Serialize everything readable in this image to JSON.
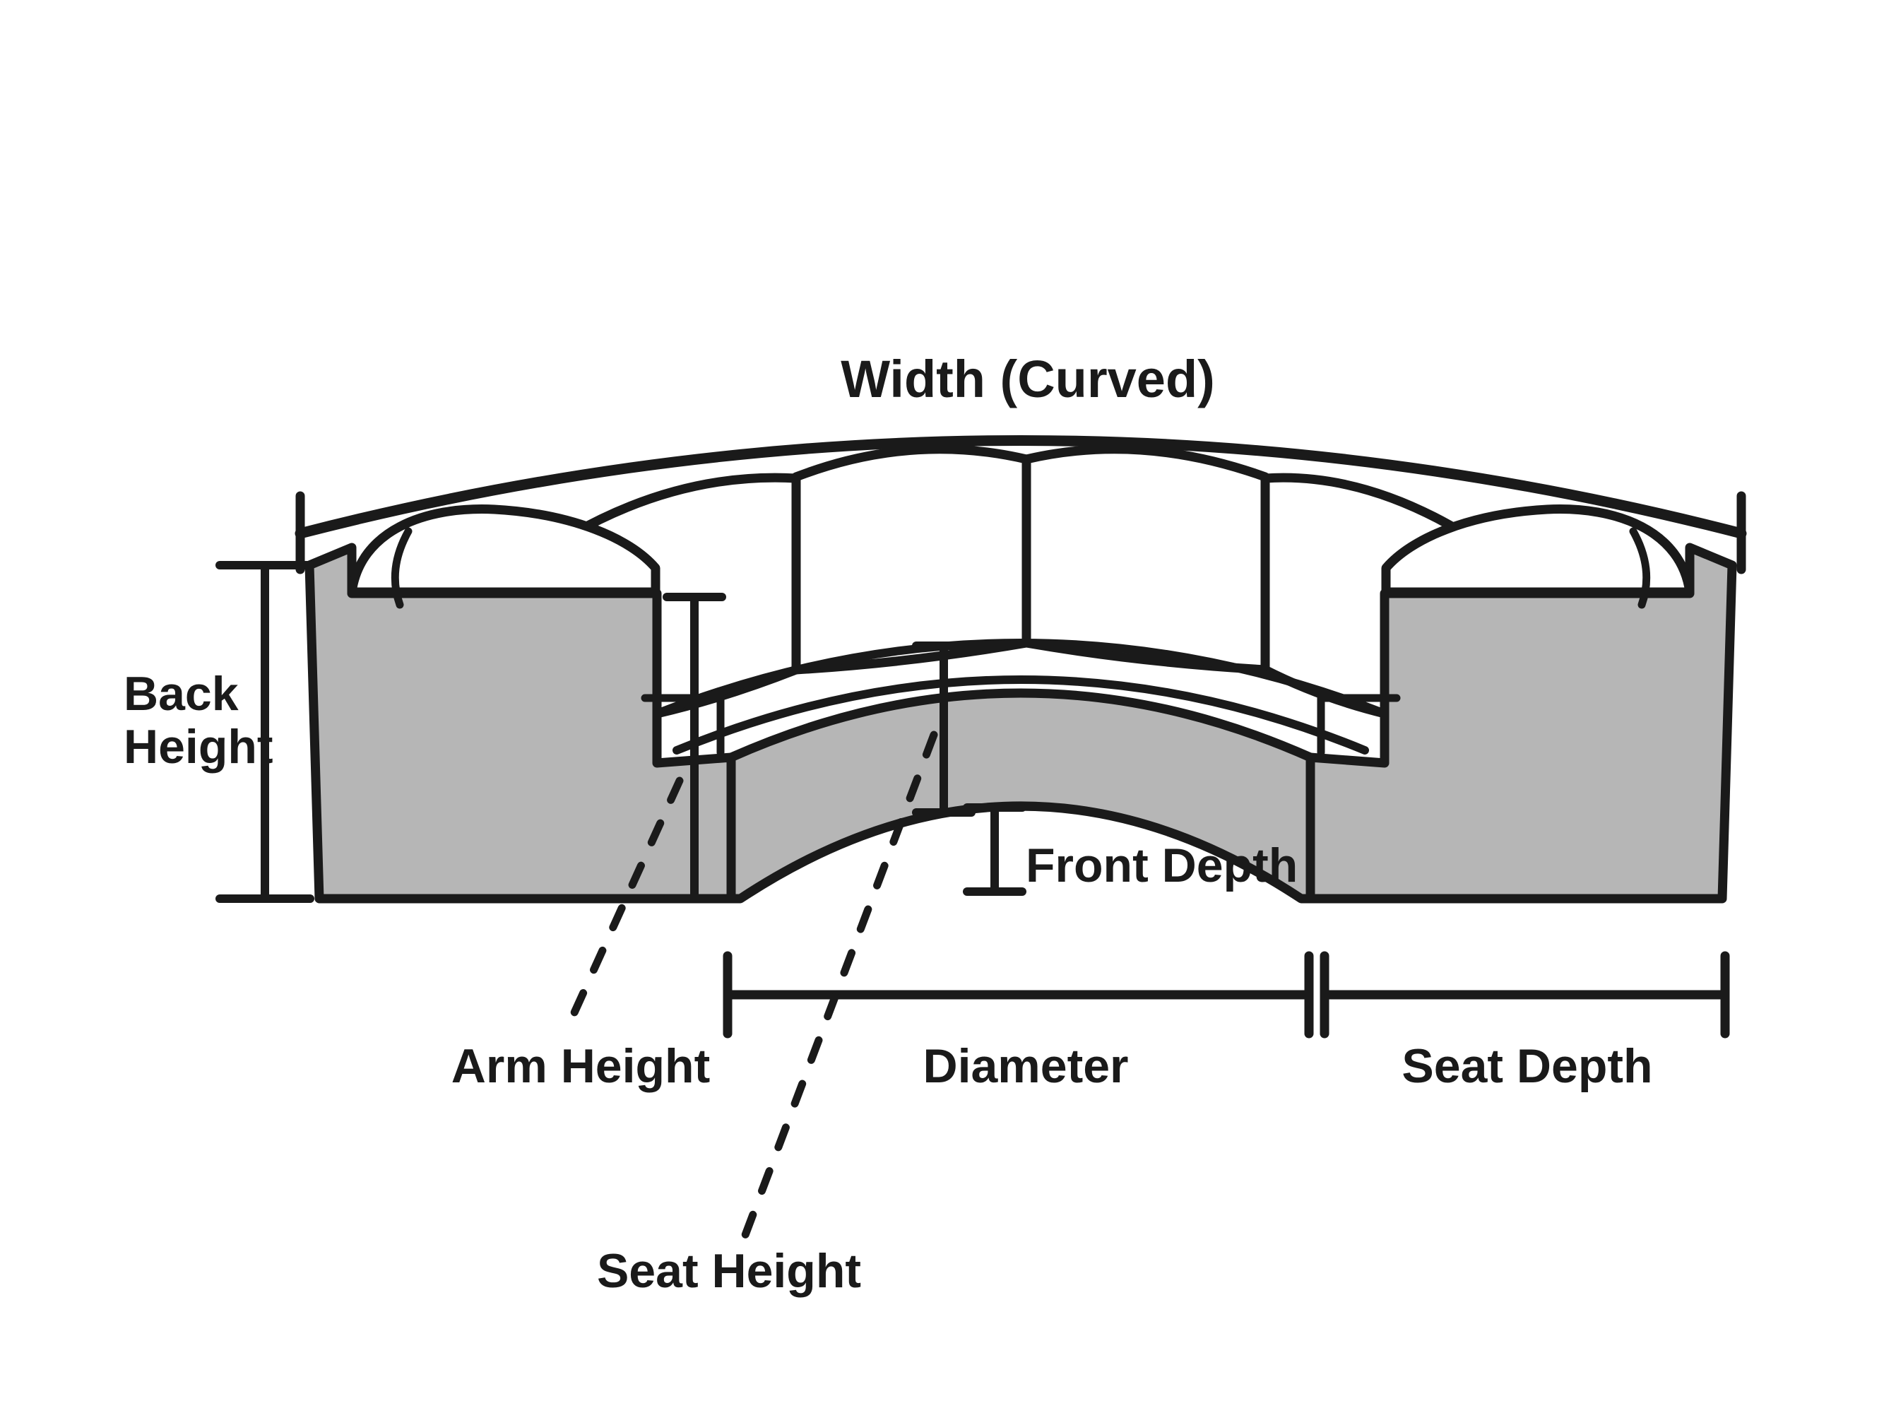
{
  "title": "Curved sectional sofa dimension diagram",
  "figure": {
    "type": "furniture-dimension-diagram",
    "subject": "curved sectional sofa, front elevation"
  },
  "colors": {
    "background": "#ffffff",
    "outline": "#1a1a1a",
    "sofa_gray": "#b6b6b6",
    "cushion_white": "#ffffff",
    "text": "#1a1a1a"
  },
  "labels": {
    "width_curved": "Width (Curved)",
    "back_height_line1": "Back",
    "back_height_line2": "Height",
    "arm_height": "Arm Height",
    "seat_height": "Seat Height",
    "front_depth": "Front Depth",
    "diameter": "Diameter",
    "seat_depth": "Seat Depth"
  }
}
